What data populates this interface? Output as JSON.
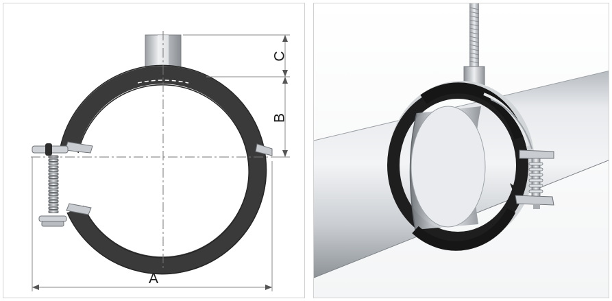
{
  "technical_drawing": {
    "dimension_labels": {
      "A": "A",
      "B": "B",
      "C": "C"
    }
  },
  "colors": {
    "rubber_liner": "#3a3a3a",
    "steel": "#c8ccd0",
    "pipe": "#dcdfe3",
    "panel_border": "#d2d2d2",
    "dimension_line": "#8a8a8a"
  },
  "icons": [
    "pipe-clamp-drawing",
    "pipe-clamp-installed-photo"
  ]
}
